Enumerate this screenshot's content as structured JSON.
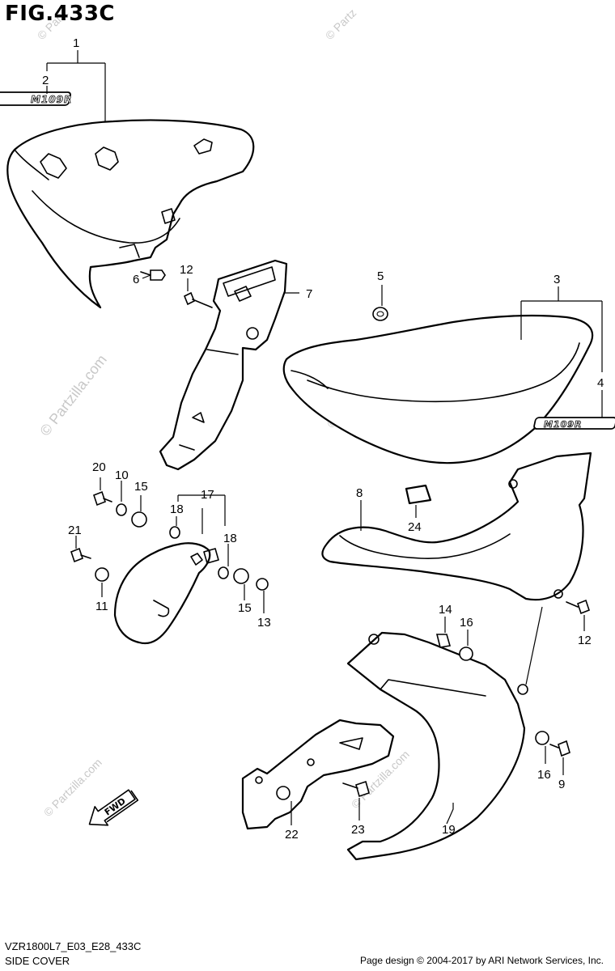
{
  "figure": {
    "title": "FIG.433C",
    "model_code": "VZR1800L7_E03_E28_433C",
    "section_name": "SIDE COVER",
    "page_credit": "Page design © 2004-2017 by ARI Network Services, Inc."
  },
  "watermark": {
    "text": "© Partzilla.com",
    "text_small": "© Partz"
  },
  "emblem": {
    "text": "M109R"
  },
  "direction_arrow": {
    "label": "FWD"
  },
  "callouts": {
    "c1": "1",
    "c2": "2",
    "c3": "3",
    "c4": "4",
    "c5": "5",
    "c6": "6",
    "c7": "7",
    "c8": "8",
    "c9": "9",
    "c10": "10",
    "c11": "11",
    "c12a": "12",
    "c12b": "12",
    "c13": "13",
    "c14": "14",
    "c15a": "15",
    "c15b": "15",
    "c16a": "16",
    "c16b": "16",
    "c17": "17",
    "c18a": "18",
    "c18b": "18",
    "c19": "19",
    "c20": "20",
    "c21": "21",
    "c22": "22",
    "c23": "23",
    "c24": "24"
  }
}
